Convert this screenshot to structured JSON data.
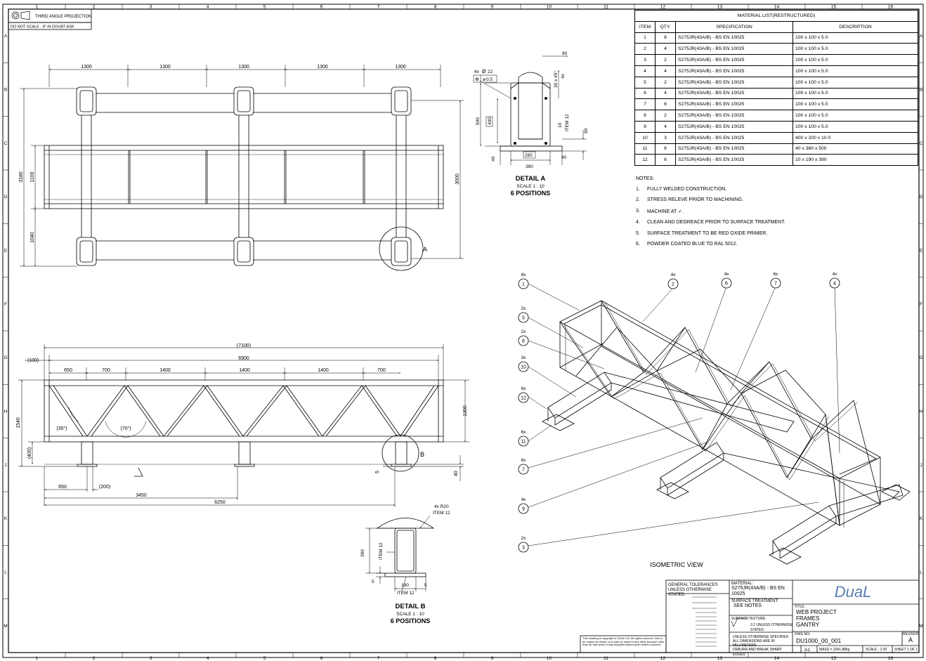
{
  "border": {
    "columns": [
      "1",
      "2",
      "3",
      "4",
      "5",
      "6",
      "7",
      "8",
      "9",
      "10",
      "11",
      "12",
      "13",
      "14",
      "15",
      "16"
    ],
    "rows": [
      "A",
      "B",
      "C",
      "D",
      "E",
      "F",
      "G",
      "H",
      "J",
      "K",
      "L",
      "M"
    ]
  },
  "header": {
    "projection": "THIRD ANGLE PROJECTION",
    "scale_note": "DO NOT SCALE - IF IN DOUBT ASK"
  },
  "plan_view": {
    "top_dims": [
      "1300",
      "1300",
      "1300",
      "1300",
      "1300"
    ],
    "left_dims": [
      "3180",
      "1100",
      "1040"
    ],
    "right_dim": "3000",
    "detail_ref": "A"
  },
  "detail_a": {
    "title": "DETAIL A",
    "scale": "SCALE 1 : 10",
    "positions": "6 POSITIONS",
    "hole_note": "4x",
    "hole_dia": "22",
    "position_tol": "0.5",
    "dims": {
      "top": "80",
      "chamfer": "30 x 45°",
      "count": "4x",
      "height": "500",
      "inner": "400",
      "plate": "10",
      "item": "ITEM 12",
      "right": "90",
      "bottom_left": "40",
      "base": "280",
      "overall": "360",
      "bottom_right": "40"
    }
  },
  "material_list": {
    "title": "MATERIAL LIST(RESTRUCTURED)",
    "headers": [
      "ITEM",
      "QTY.",
      "SPECIFICATION",
      "DESCRIPTION"
    ],
    "rows": [
      [
        "1",
        "8",
        "S275JR(43A/B) - BS EN 10025",
        "100 x 100 x 5.0"
      ],
      [
        "2",
        "4",
        "S275JR(43A/B) - BS EN 10025",
        "100 x 100 x 5.0"
      ],
      [
        "3",
        "2",
        "S275JR(43A/B) - BS EN 10025",
        "100 x 100 x 5.0"
      ],
      [
        "4",
        "4",
        "S275JR(43A/B) - BS EN 10025",
        "100 x 100 x 5.0"
      ],
      [
        "5",
        "2",
        "S275JR(43A/B) - BS EN 10025",
        "100 x 100 x 5.0"
      ],
      [
        "6",
        "4",
        "S275JR(43A/B) - BS EN 10025",
        "100 x 100 x 5.0"
      ],
      [
        "7",
        "6",
        "S275JR(43A/B) - BS EN 10025",
        "100 x 100 x 5.0"
      ],
      [
        "8",
        "2",
        "S275JR(43A/B) - BS EN 10025",
        "100 x 100 x 5.0"
      ],
      [
        "9",
        "4",
        "S275JR(43A/B) - BS EN 10025",
        "100 x 100 x 5.0"
      ],
      [
        "10",
        "3",
        "S275JR(43A/B) - BS EN 10025",
        "400 x 200 x 10.0"
      ],
      [
        "11",
        "6",
        "S275JR(43A/B) - BS EN 10025",
        "40 x 360 x 500"
      ],
      [
        "12",
        "6",
        "S275JR(43A/B) - BS EN 10025",
        "10 x 190 x 390"
      ]
    ]
  },
  "notes": {
    "heading": "NOTES:",
    "items": [
      "FULLY WELDED CONSTRUCTION.",
      "STRESS RELEVE PRIOR TO MACHINING.",
      "MACHINE AT ✓.",
      "CLEAN AND DEGREACE PRIOR TO SURFACE TREATMENT.",
      "SURFACE TREATMENT TO BE RED OXIDE PRIMER.",
      "POWDER COATED BLUE TO RAL 5012."
    ]
  },
  "elevation": {
    "overall": "(7100)",
    "length": "6900",
    "offset": "(100)",
    "bays": [
      "650",
      "700",
      "1400",
      "1400",
      "1400",
      "700"
    ],
    "left_height": "1540",
    "right_height": "1300",
    "angle1": "(35°)",
    "angle2": "(70°)",
    "leg_height": "(400)",
    "foot_5": "5",
    "foot_40": "40",
    "bottom": {
      "d1": "650",
      "d2": "(200)",
      "d3": "3450",
      "d4": "6250"
    },
    "detail_ref": "B"
  },
  "detail_b": {
    "title": "DETAIL B",
    "scale": "SCALE 1 : 10",
    "positions": "6 POSITIONS",
    "radius_note": "4x R20",
    "item_top": "ITEM 12",
    "height": "390",
    "item_side": "ITEM 12",
    "gap_left": "5",
    "width": "190",
    "gap_right": "5",
    "item_bottom": "ITEM 12"
  },
  "isometric": {
    "title": "ISOMETRIC VIEW",
    "balloons": [
      {
        "num": "1",
        "qty": "8x"
      },
      {
        "num": "5",
        "qty": "2x"
      },
      {
        "num": "8",
        "qty": "2x"
      },
      {
        "num": "10",
        "qty": "3x"
      },
      {
        "num": "12",
        "qty": "6x"
      },
      {
        "num": "11",
        "qty": "6x"
      },
      {
        "num": "7",
        "qty": "6x"
      },
      {
        "num": "9",
        "qty": "4x"
      },
      {
        "num": "3",
        "qty": "2x"
      },
      {
        "num": "2",
        "qty": "4x"
      },
      {
        "num": "6",
        "qty": "4x"
      },
      {
        "num": "7",
        "qty": "6x"
      },
      {
        "num": "4",
        "qty": "4x"
      }
    ]
  },
  "title_block": {
    "tolerances": "GENERAL TOLERANCES UNLESS OTHERWISE STATED:",
    "material_label": "MATERIAL:",
    "material": "S275JR(43A/B) - BS EN 10025",
    "surface_label": "SURFACE TREATMENT:",
    "surface": "SEE NOTES",
    "texture_label": "SURFACE TEXTURE:",
    "texture": "3.2 UNLESS OTHERWISE STATED",
    "units": "UNLESS OTHERWISE SPECIFIED ALL DIMENSIONS ARE IN MILLIMETERS",
    "deburr": "DEBURR AND BREAK SHARP EDGES",
    "copyright": "This drawing is copyright of DUAL Ltd. All rights reserved. Not to be copied (in whole or in part) or used for any other purpose other than for that which it was supplied without prior written consent.",
    "logo": "DuaL",
    "title_label": "TITLE:",
    "title_lines": [
      "WEB PROJECT",
      "FRAMES",
      "GANTRY"
    ],
    "dwg_label": "DWG NO.",
    "dwg_no": "DU1000_00_001",
    "rev_label": "REVISION",
    "revision": "A",
    "size": "A1",
    "mass": "MASS = 2041.88kg",
    "scale": "SCALE : 1:20",
    "sheet": "SHEET 1 OF 1"
  }
}
